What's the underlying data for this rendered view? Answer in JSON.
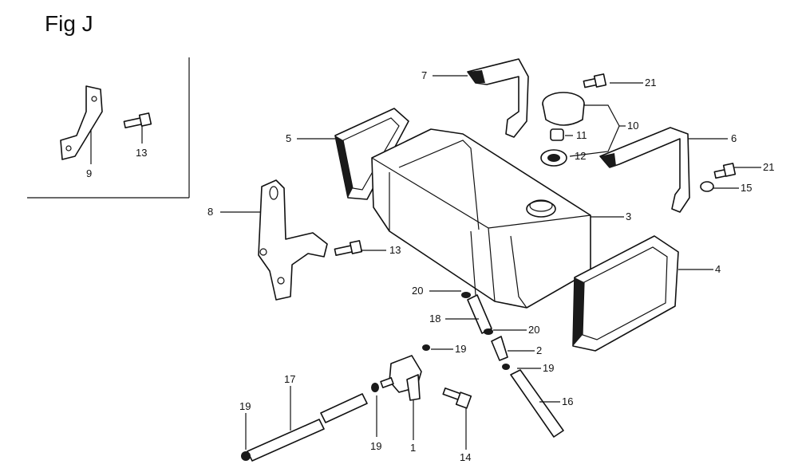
{
  "figure": {
    "title": "Fig J"
  },
  "callouts": [
    {
      "id": "c9",
      "label": "9"
    },
    {
      "id": "c13a",
      "label": "13"
    },
    {
      "id": "c8",
      "label": "8"
    },
    {
      "id": "c13b",
      "label": "13"
    },
    {
      "id": "c5",
      "label": "5"
    },
    {
      "id": "c7",
      "label": "7"
    },
    {
      "id": "c21a",
      "label": "21"
    },
    {
      "id": "c10",
      "label": "10"
    },
    {
      "id": "c11",
      "label": "11"
    },
    {
      "id": "c12",
      "label": "12"
    },
    {
      "id": "c6",
      "label": "6"
    },
    {
      "id": "c21b",
      "label": "21"
    },
    {
      "id": "c15",
      "label": "15"
    },
    {
      "id": "c3",
      "label": "3"
    },
    {
      "id": "c4",
      "label": "4"
    },
    {
      "id": "c20a",
      "label": "20"
    },
    {
      "id": "c18",
      "label": "18"
    },
    {
      "id": "c20b",
      "label": "20"
    },
    {
      "id": "c2",
      "label": "2"
    },
    {
      "id": "c19a",
      "label": "19"
    },
    {
      "id": "c19b",
      "label": "19"
    },
    {
      "id": "c16",
      "label": "16"
    },
    {
      "id": "c17",
      "label": "17"
    },
    {
      "id": "c19c",
      "label": "19"
    },
    {
      "id": "c19d",
      "label": "19"
    },
    {
      "id": "c1",
      "label": "1"
    },
    {
      "id": "c14",
      "label": "14"
    }
  ]
}
